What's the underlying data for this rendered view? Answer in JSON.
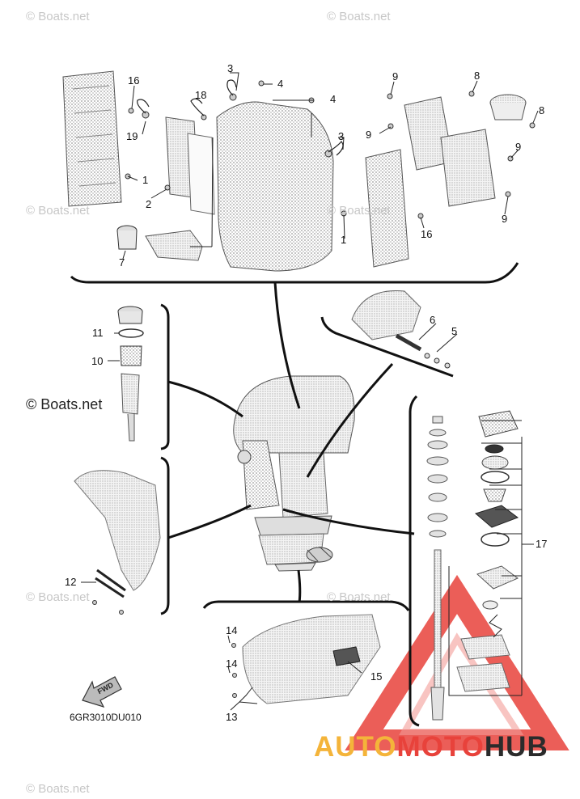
{
  "watermark": "© Boats.net",
  "watermark_count": 8,
  "part_numbers": [
    "1",
    "1",
    "2",
    "3",
    "3",
    "4",
    "4",
    "5",
    "6",
    "7",
    "8",
    "8",
    "9",
    "9",
    "9",
    "9",
    "10",
    "11",
    "12",
    "13",
    "14",
    "14",
    "15",
    "16",
    "16",
    "17",
    "18",
    "19"
  ],
  "diagram_code": "6GR3010DU010",
  "fwd_label": "FWD",
  "brand": {
    "part1": "AUTO",
    "part2": "MOTO",
    "part3": "HUB"
  },
  "colors": {
    "line": "#111111",
    "part_fill": "#e6e6e6",
    "watermark": "#c7c7c7",
    "brand_yellow": "#f4b43a",
    "brand_red": "#e8423b",
    "brand_dark": "#2b2b2b"
  }
}
